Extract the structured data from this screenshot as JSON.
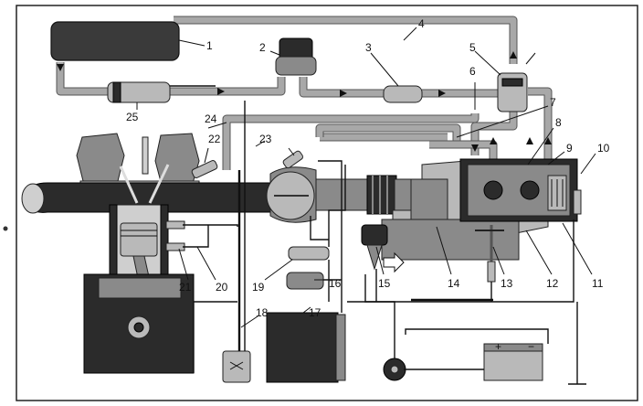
{
  "callouts": [
    {
      "id": "c1",
      "label": "1"
    },
    {
      "id": "c2",
      "label": "2"
    },
    {
      "id": "c3",
      "label": "3"
    },
    {
      "id": "c4",
      "label": "4"
    },
    {
      "id": "c5",
      "label": "5"
    },
    {
      "id": "c6",
      "label": "6"
    },
    {
      "id": "c7",
      "label": "7"
    },
    {
      "id": "c8",
      "label": "8"
    },
    {
      "id": "c9",
      "label": "9"
    },
    {
      "id": "c10",
      "label": "10"
    },
    {
      "id": "c11",
      "label": "11"
    },
    {
      "id": "c12",
      "label": "12"
    },
    {
      "id": "c13",
      "label": "13"
    },
    {
      "id": "c14",
      "label": "14"
    },
    {
      "id": "c15",
      "label": "15"
    },
    {
      "id": "c16",
      "label": "16"
    },
    {
      "id": "c17",
      "label": "17"
    },
    {
      "id": "c18",
      "label": "18"
    },
    {
      "id": "c19",
      "label": "19"
    },
    {
      "id": "c20",
      "label": "20"
    },
    {
      "id": "c21",
      "label": "21"
    },
    {
      "id": "c22",
      "label": "22"
    },
    {
      "id": "c23",
      "label": "23"
    },
    {
      "id": "c24",
      "label": "24"
    },
    {
      "id": "c25",
      "label": "25"
    }
  ],
  "battery": {
    "plus": "+",
    "minus": "−"
  },
  "colors": {
    "pipe": "#a8a8a8",
    "dark": "#2b2b2b",
    "frame": "#222222"
  }
}
